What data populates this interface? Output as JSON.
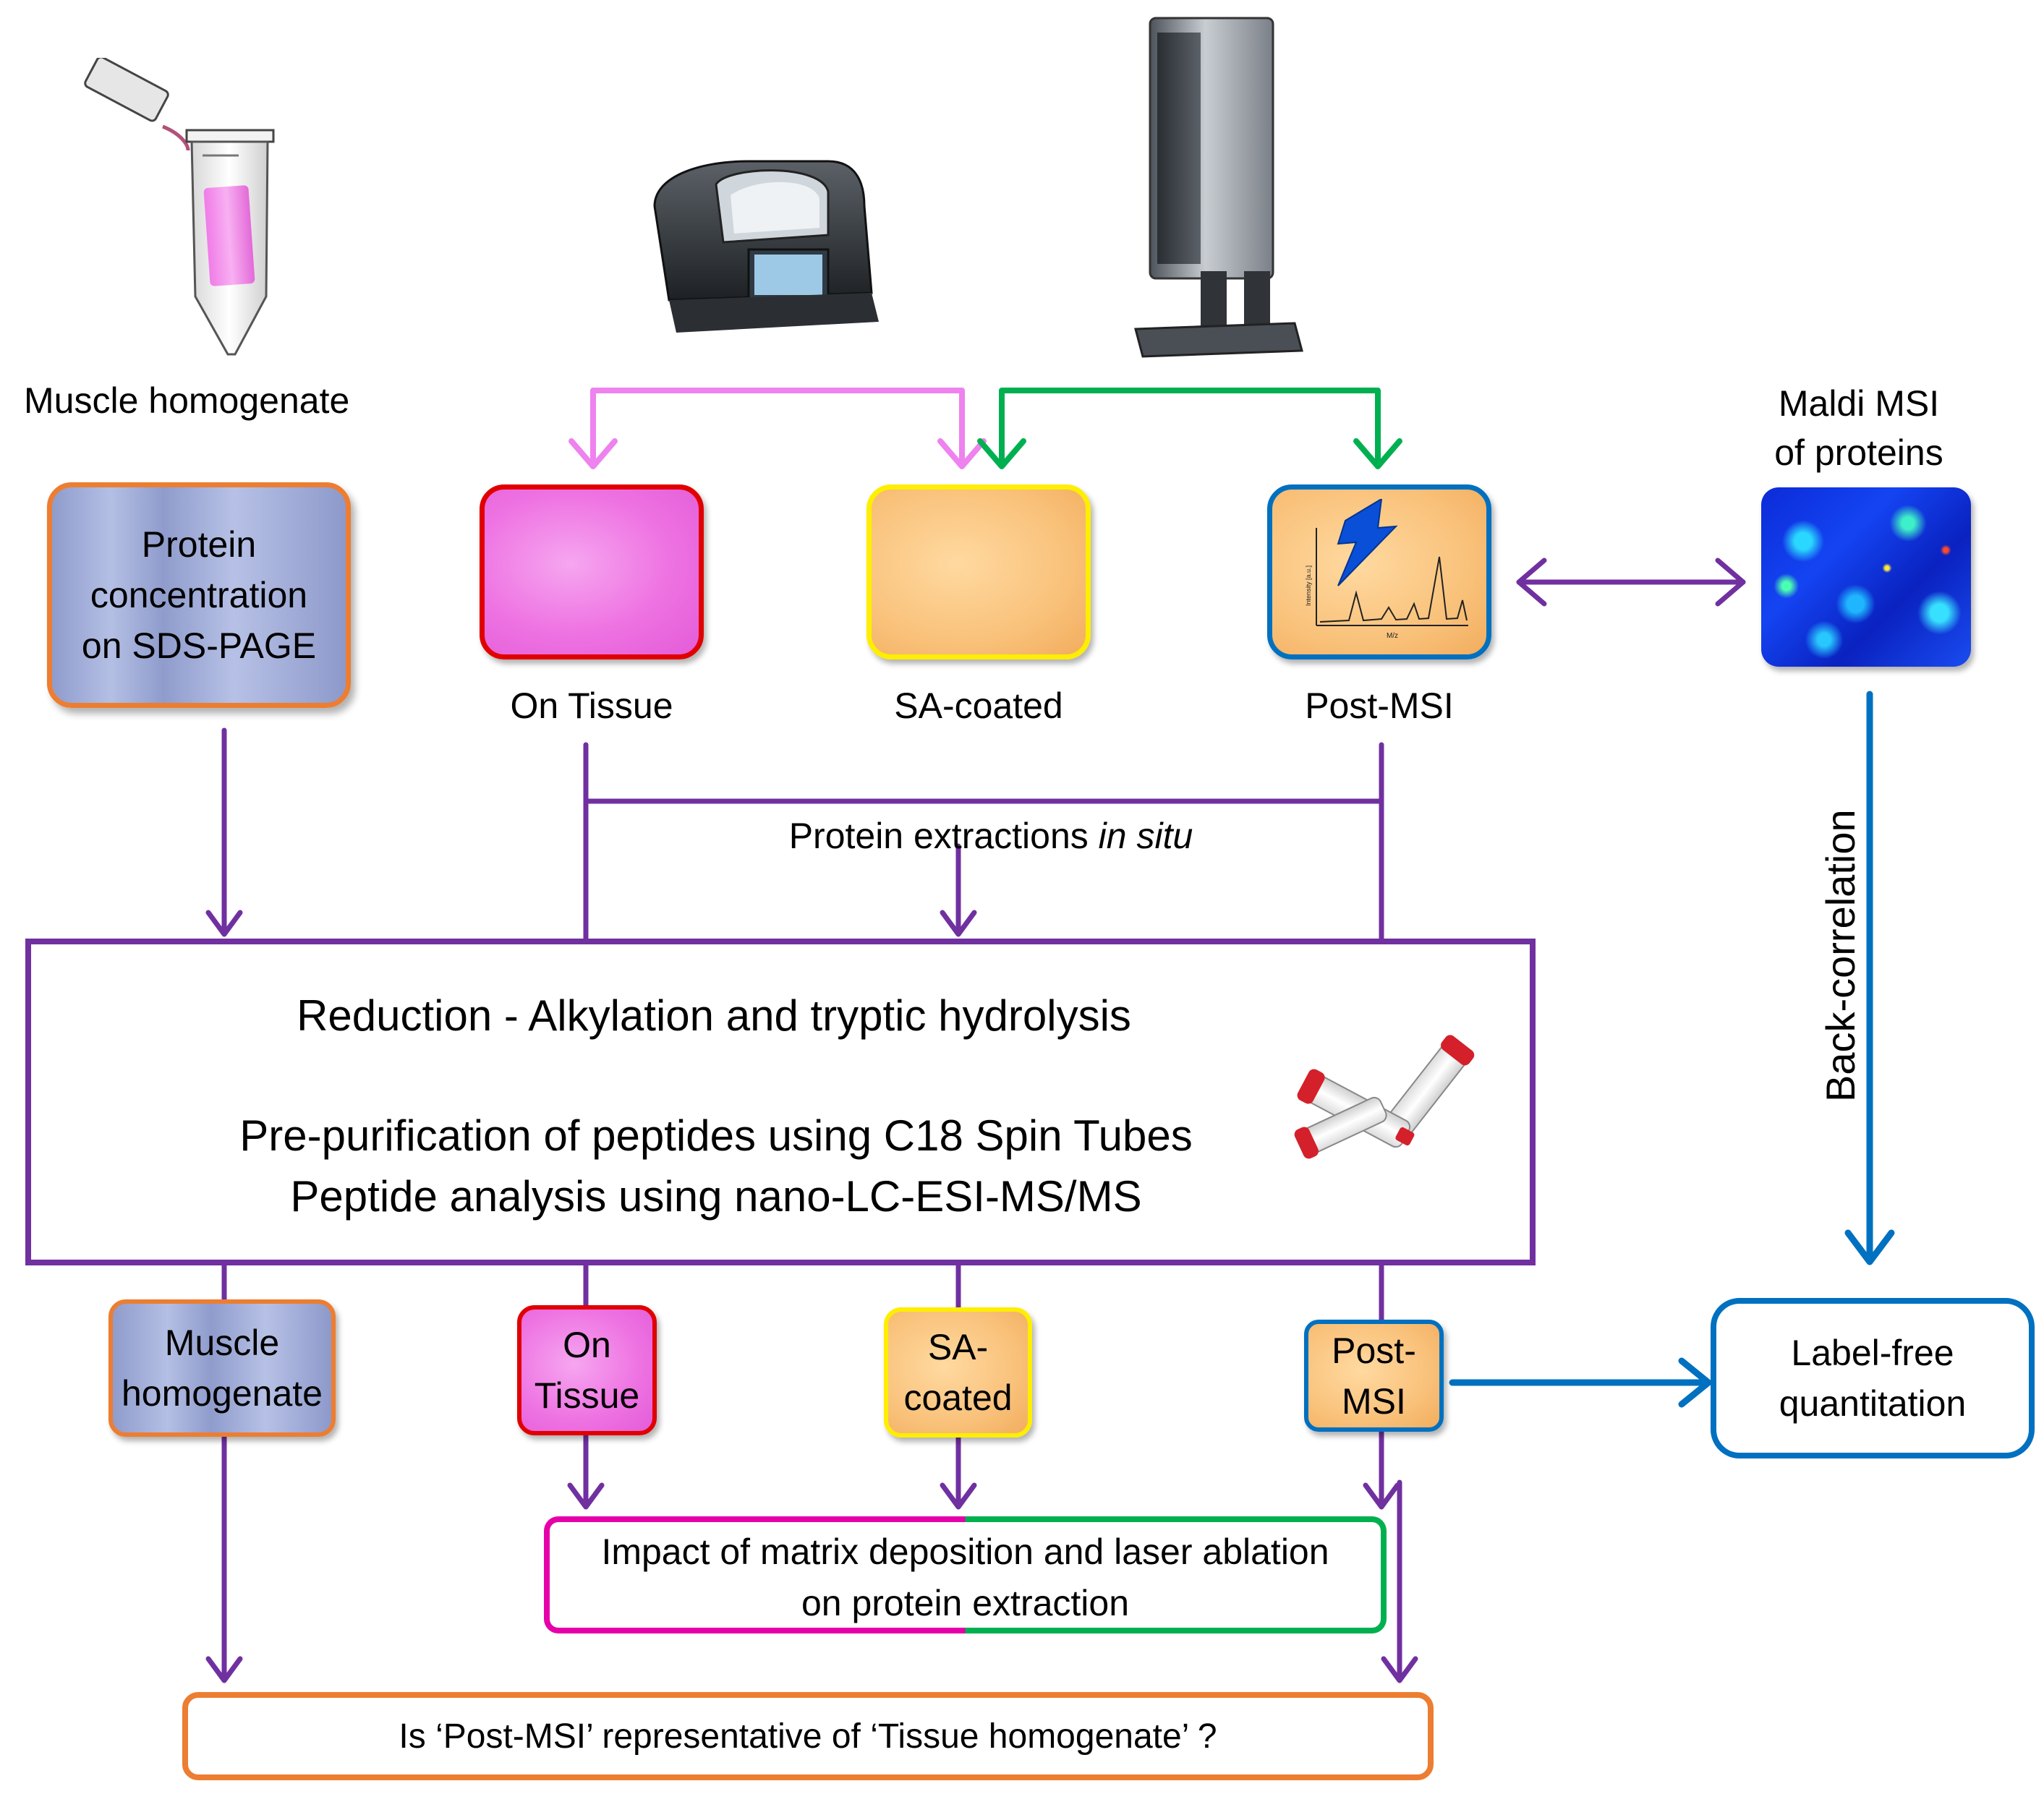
{
  "colors": {
    "purple": "#7030a0",
    "pink": "#ee82ee",
    "green": "#00b050",
    "blue": "#0070c0",
    "orange": "#ed7d31",
    "magenta": "#e600aa",
    "red": "#e00000",
    "yellow": "#ffee00"
  },
  "top_labels": {
    "muscle_homogenate": "Muscle homogenate",
    "maldi_line1": "Maldi MSI",
    "maldi_line2": "of proteins"
  },
  "samples": {
    "protein_sds": "Protein\nconcentration\non SDS-PAGE",
    "on_tissue": "On Tissue",
    "sa_coated": "SA-coated",
    "post_msi": "Post-MSI"
  },
  "extraction_label": {
    "prefix": "Protein extractions ",
    "italic": "in situ"
  },
  "main_box": {
    "line1": "Reduction - Alkylation and tryptic hydrolysis",
    "line2": "Pre-purification of peptides  using C18 Spin Tubes",
    "line3": "Peptide analysis using nano-LC-ESI-MS/MS"
  },
  "small_tiles": {
    "muscle": "Muscle\nhomogenate",
    "on_tissue": "On\nTissue",
    "sa_coated": "SA-\ncoated",
    "post_msi": "Post-\nMSI"
  },
  "side": {
    "back_correlation": "Back-correlation",
    "label_free": "Label-free\nquantitation"
  },
  "impact_box": {
    "line1": "Impact of matrix deposition and laser ablation",
    "line2": "on protein extraction"
  },
  "question_box": "Is ‘Post-MSI’ representative of ‘Tissue homogenate’ ?",
  "spectrum_axes": {
    "y": "Intensity [a.u.]",
    "x": "M/z"
  }
}
